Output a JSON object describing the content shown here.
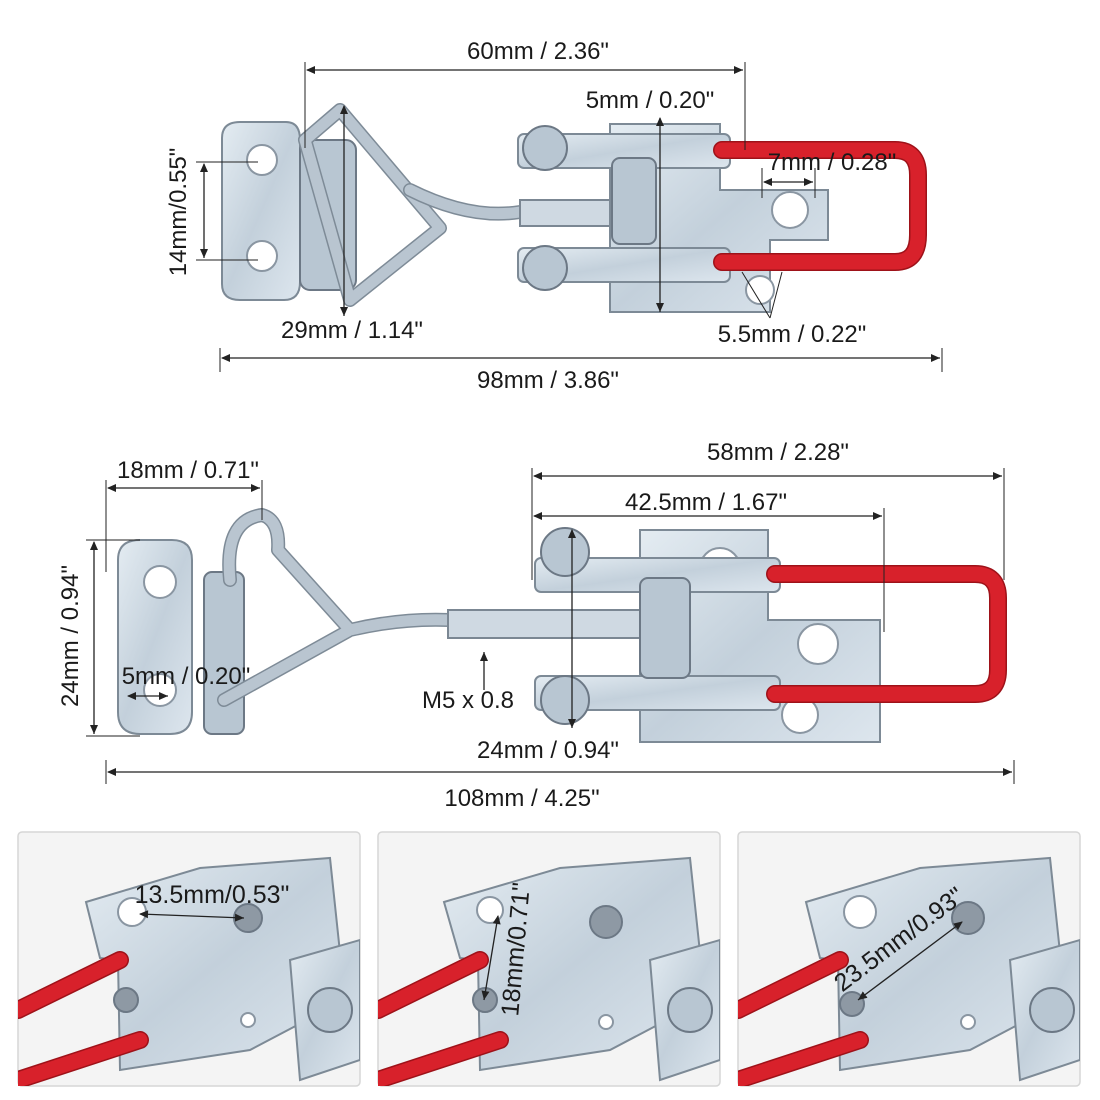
{
  "top_view": {
    "dim_width_hook": "60mm / 2.36\"",
    "dim_plate_thickness": "5mm / 0.20\"",
    "dim_slot": "7mm / 0.28\"",
    "dim_hole_spacing": "14mm/0.55\"",
    "dim_hook_height": "29mm / 1.14\"",
    "dim_hole_dia": "5.5mm / 0.22\"",
    "dim_total_length": "98mm / 3.86\""
  },
  "bottom_view": {
    "dim_plate_width": "18mm / 0.71\"",
    "dim_latch_length": "58mm / 2.28\"",
    "dim_handle_length": "42.5mm / 1.67\"",
    "dim_plate_height": "24mm / 0.94\"",
    "dim_hole_dia": "5mm / 0.20\"",
    "dim_thread": "M5 x 0.8",
    "dim_base_height": "24mm / 0.94\"",
    "dim_total_length": "108mm / 4.25\""
  },
  "detail_photos": [
    {
      "label": "13.5mm/0.53\""
    },
    {
      "label": "18mm/0.71\""
    },
    {
      "label": "23.5mm/0.93\""
    }
  ],
  "colors": {
    "handle_red": "#d8212b",
    "steel": "#c9d5df",
    "line": "#222222"
  }
}
